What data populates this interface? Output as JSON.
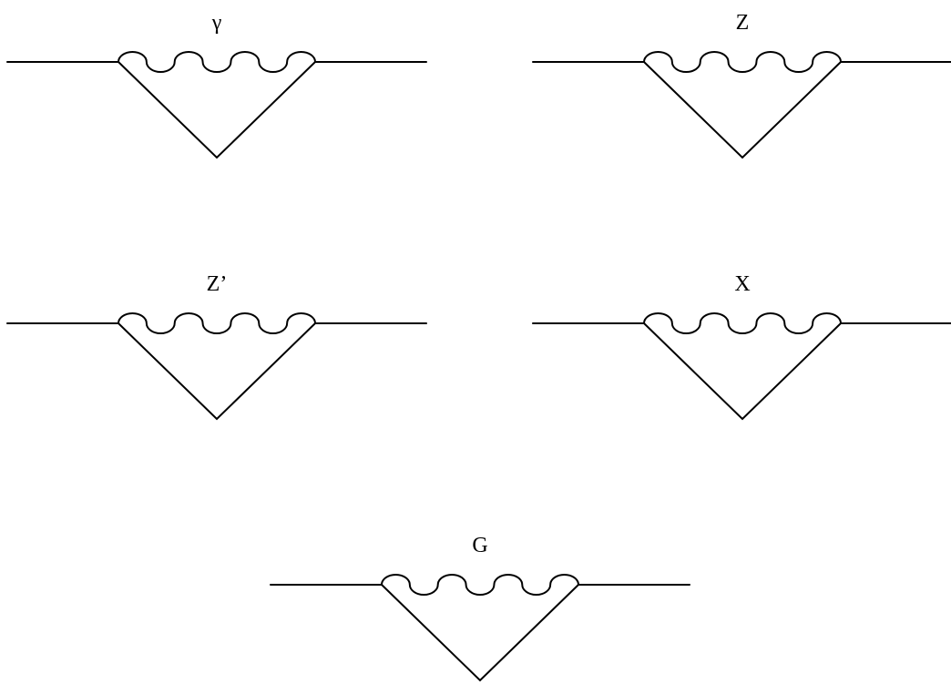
{
  "diagrams": [
    {
      "label": "γ"
    },
    {
      "label": "Z"
    },
    {
      "label": "Z’"
    },
    {
      "label": "X"
    },
    {
      "label": "G"
    }
  ]
}
